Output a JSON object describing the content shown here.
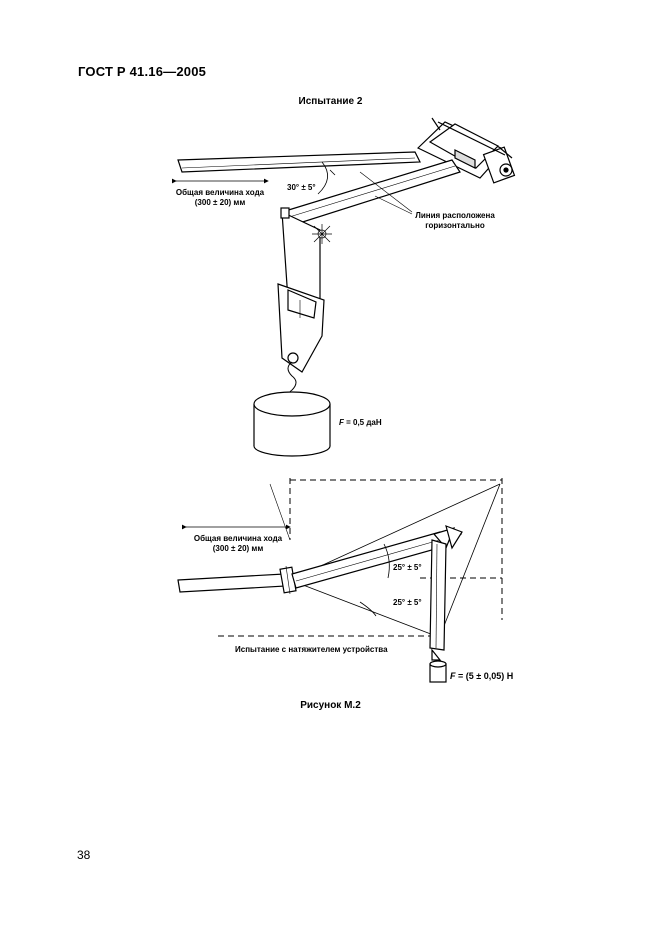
{
  "header": {
    "standard_code": "ГОСТ Р 41.16—2005"
  },
  "figure": {
    "test_title": "Испытание 2",
    "caption": "Рисунок М.2",
    "top_drawing": {
      "stroke_length_line1": "Общая величина хода",
      "stroke_length_line2": "(300 ± 20) мм",
      "angle_label": "30° ± 5°",
      "horizontal_line_label_line1": "Линия расположена",
      "horizontal_line_label_line2": "горизонтально",
      "force_prefix": "F",
      "force_value": " = 0,5 даН"
    },
    "bottom_drawing": {
      "stroke_length_line1": "Общая величина хода",
      "stroke_length_line2": "(300 ± 20) мм",
      "angle_upper": "25° ± 5°",
      "angle_lower": "25° ± 5°",
      "test_note": "Испытание с натяжителем устройства",
      "force_prefix": "F",
      "force_value": " = (5 ± 0,05) Н"
    }
  },
  "footer": {
    "page_number": "38"
  }
}
